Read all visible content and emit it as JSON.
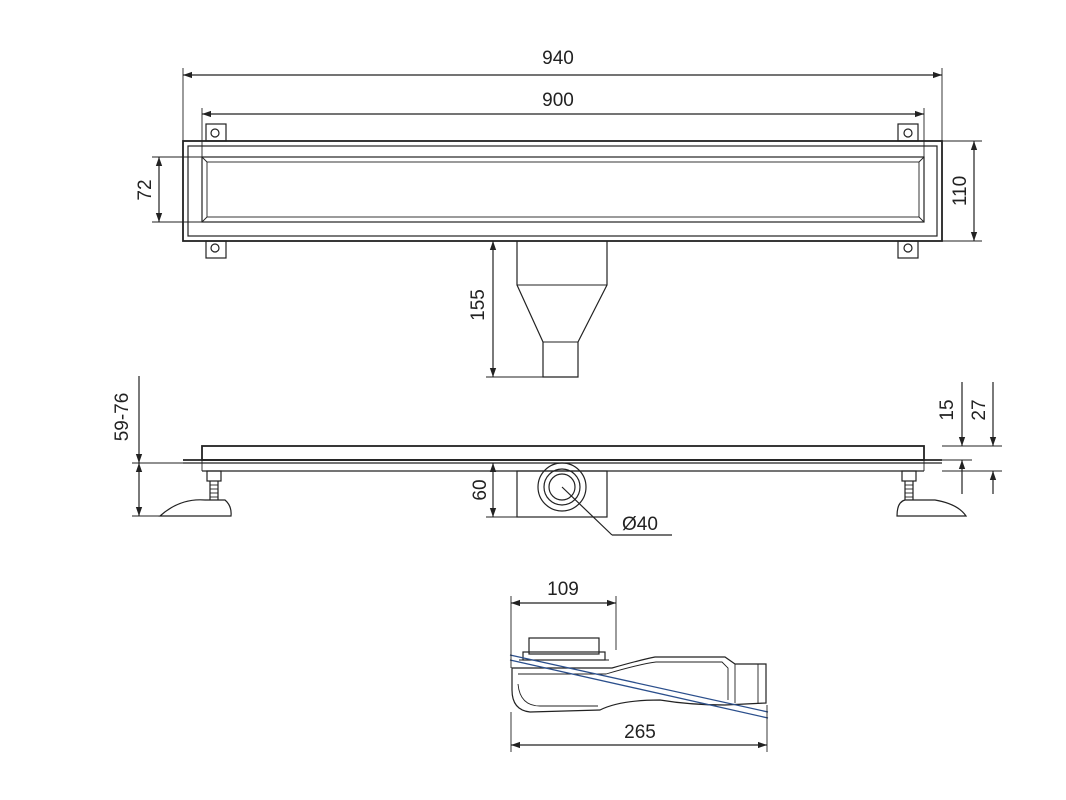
{
  "dimensions": {
    "overall_length": "940",
    "inner_length": "900",
    "grate_width": "72",
    "body_width": "110",
    "outlet_depth": "155",
    "adjust_height": "59-76",
    "body_height": "60",
    "pipe_diameter": "Ø40",
    "top_thickness": "15",
    "top_total": "27",
    "trap_width": "109",
    "trap_length": "265"
  },
  "colors": {
    "line": "#222222",
    "accent": "#2b4f8c"
  }
}
